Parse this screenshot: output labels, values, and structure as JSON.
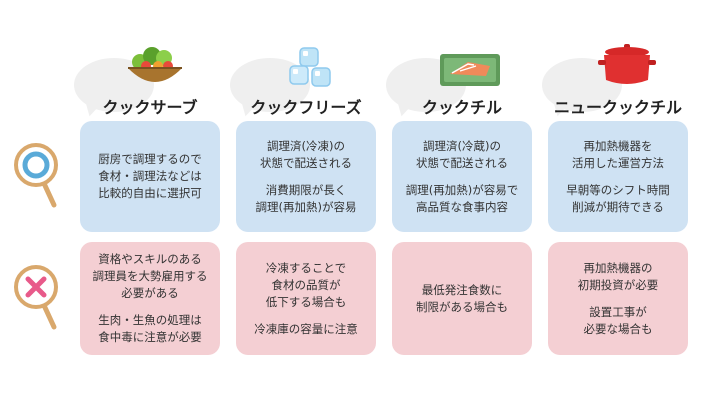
{
  "columns": [
    {
      "title": "クックサーブ",
      "icon": "salad-bowl-icon",
      "merit": [
        "厨房で調理するので\n食材・調理法などは\n比較的自由に選択可"
      ],
      "demerit": [
        "資格やスキルのある\n調理員を大勢雇用する\n必要がある",
        "生肉・生魚の処理は\n食中毒に注意が必要"
      ]
    },
    {
      "title": "クックフリーズ",
      "icon": "ice-cubes-icon",
      "merit": [
        "調理済(冷凍)の\n状態で配送される",
        "消費期限が長く\n調理(再加熱)が容易"
      ],
      "demerit": [
        "冷凍することで\n食材の品質が\n低下する場合も",
        "冷凍庫の容量に注意"
      ]
    },
    {
      "title": "クックチル",
      "icon": "fish-tray-icon",
      "merit": [
        "調理済(冷蔵)の\n状態で配送される",
        "調理(再加熱)が容易で\n高品質な食事内容"
      ],
      "demerit": [
        "最低発注食数に\n制限がある場合も"
      ]
    },
    {
      "title": "ニュークックチル",
      "icon": "red-pot-icon",
      "merit": [
        "再加熱機器を\n活用した運営方法",
        "早朝等のシフト時間\n削減が期待できる"
      ],
      "demerit": [
        "再加熱機器の\n初期投資が必要",
        "設置工事が\n必要な場合も"
      ]
    }
  ],
  "rows": {
    "merit_icon": "circle-magnifier-icon",
    "demerit_icon": "cross-magnifier-icon"
  },
  "colors": {
    "merit_card": "#cfe2f3",
    "demerit_card": "#f4cfd3",
    "circle_mark": "#5aaad8",
    "cross_mark": "#e85a8a",
    "magnifier": "#d9a86c"
  }
}
